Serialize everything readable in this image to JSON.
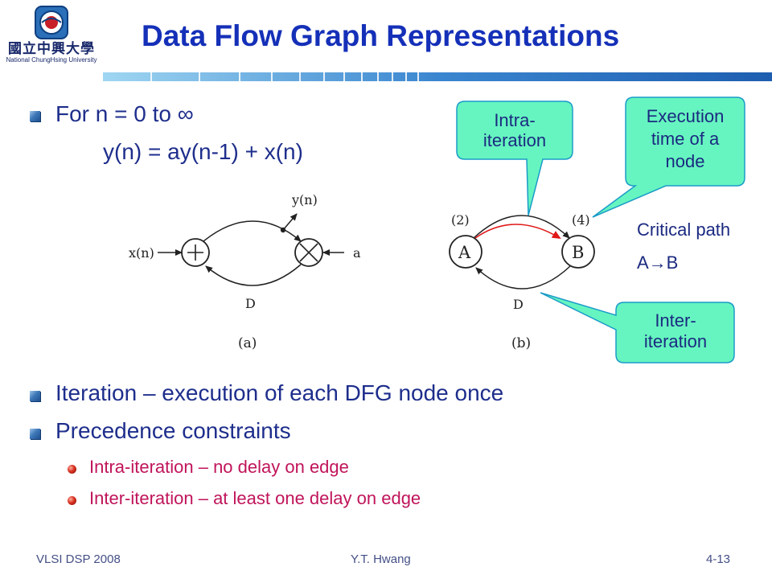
{
  "logo": {
    "chinese": "國立中興大學",
    "english": "National ChungHsing University"
  },
  "title": "Data Flow Graph Representations",
  "bullets": {
    "b1_line1": "For n = 0 to ∞",
    "b1_line2": "y(n) = ay(n-1) + x(n)",
    "b2": "Iteration – execution of each DFG node once",
    "b3": "Precedence constraints",
    "sub1": "Intra-iteration – no delay on edge",
    "sub2": "Inter-iteration – at least one delay on edge"
  },
  "diagram_a": {
    "input_label": "x(n)",
    "output_label": "y(n)",
    "coef_label": "a",
    "delay_label": "D",
    "caption": "(a)"
  },
  "diagram_b": {
    "node_a": "A",
    "node_b": "B",
    "time_a": "(2)",
    "time_b": "(4)",
    "delay_label": "D",
    "caption": "(b)"
  },
  "callouts": {
    "intra": [
      "Intra-",
      "iteration"
    ],
    "exec": [
      "Execution",
      "time of a",
      "node"
    ],
    "inter": [
      "Inter-",
      "iteration"
    ]
  },
  "critical_path": {
    "label": "Critical path",
    "path": "A→B"
  },
  "footer": {
    "left": "VLSI DSP 2008",
    "center": "Y.T. Hwang",
    "right": "4-13"
  },
  "colors": {
    "title": "#1530b8",
    "body_text": "#1e2e8c",
    "sub_text": "#c0145a",
    "callout_fill": "#66f5c0",
    "critical_arrow": "#e01818"
  }
}
